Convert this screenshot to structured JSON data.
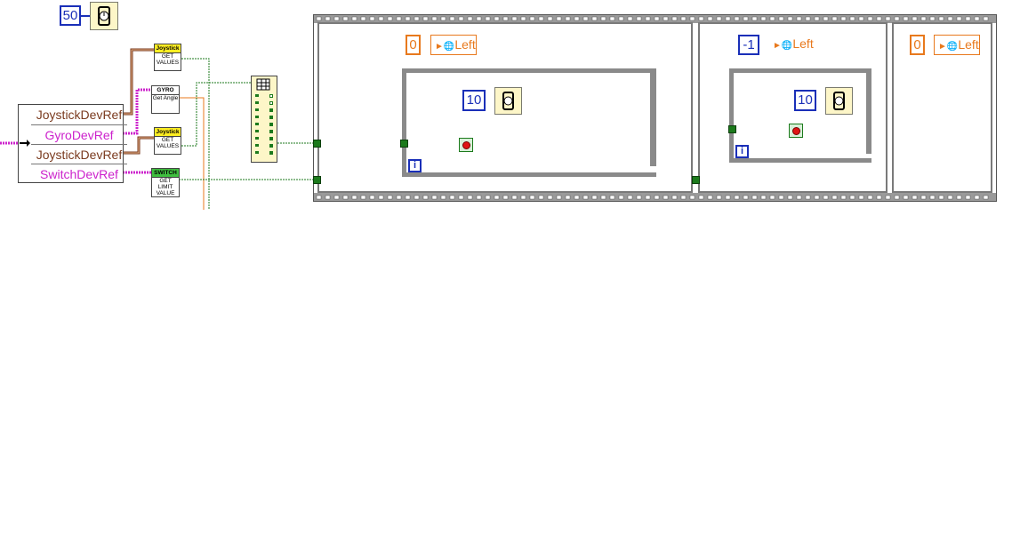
{
  "top_wait": {
    "ms": "50",
    "icon": "wait-ms-icon"
  },
  "device_refs": {
    "items": [
      {
        "label": "JoystickDevRef",
        "color": "#7a3a1e"
      },
      {
        "label": "GyroDevRef",
        "color": "#cc22cc"
      },
      {
        "label": "JoystickDevRef",
        "color": "#7a3a1e"
      },
      {
        "label": "SwitchDevRef",
        "color": "#cc22cc"
      }
    ]
  },
  "vis": {
    "joystick1": {
      "header": "Joystick",
      "body": "GET VALUES"
    },
    "gyro": {
      "header": "GYRO",
      "body": "Get Angle"
    },
    "joystick2": {
      "header": "Joystick",
      "body": "GET VALUES"
    },
    "switch": {
      "header": "SWITCH",
      "body": "GET LIMIT VALUE"
    }
  },
  "frames": [
    {
      "motor_value": "0",
      "global_label": "Left",
      "wait_ms": "10"
    },
    {
      "motor_value": "-1",
      "global_label": "Left",
      "wait_ms": "10"
    },
    {
      "motor_value": "0",
      "global_label": "Left"
    }
  ],
  "loop_iteration_label": "i",
  "colors": {
    "refnum_wire": "#cc22cc",
    "cluster_wire": "#7a3a1e",
    "bool_wire": "#1c7a1c",
    "numeric": "#1a2fb8",
    "global": "#e8791d"
  }
}
